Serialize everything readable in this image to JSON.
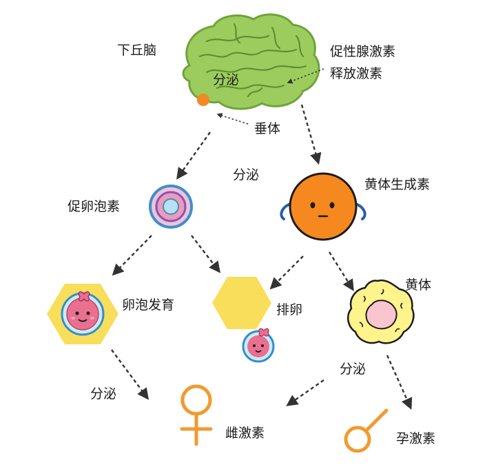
{
  "labels": {
    "hypothalamus": "下丘脑",
    "secrete_brain": "分泌",
    "gnrh_line1": "促性腺激素",
    "gnrh_line2": "释放激素",
    "pituitary": "垂体",
    "secrete_pituitary": "分泌",
    "fsh": "促卵泡素",
    "lh": "黄体生成素",
    "follicle_development": "卵泡发育",
    "ovulation": "排卵",
    "corpus_luteum": "黄体",
    "secrete_follicle": "分泌",
    "secrete_luteum": "分泌",
    "estrogen": "雌激素",
    "progesterone": "孕激素"
  },
  "colors": {
    "brain": "#9ccc5e",
    "brain_outline": "#6fa33a",
    "pituitary_dot": "#f08a24",
    "lh_ball": "#f5891f",
    "hexagon": "#f8de5a",
    "egg_body": "#e9708f",
    "egg_ring": "#2f8fd0",
    "luteum_fill": "#fff38c",
    "luteum_center": "#f9c6cf",
    "symbol_orange": "#f29a2e",
    "arrow": "#333333"
  }
}
